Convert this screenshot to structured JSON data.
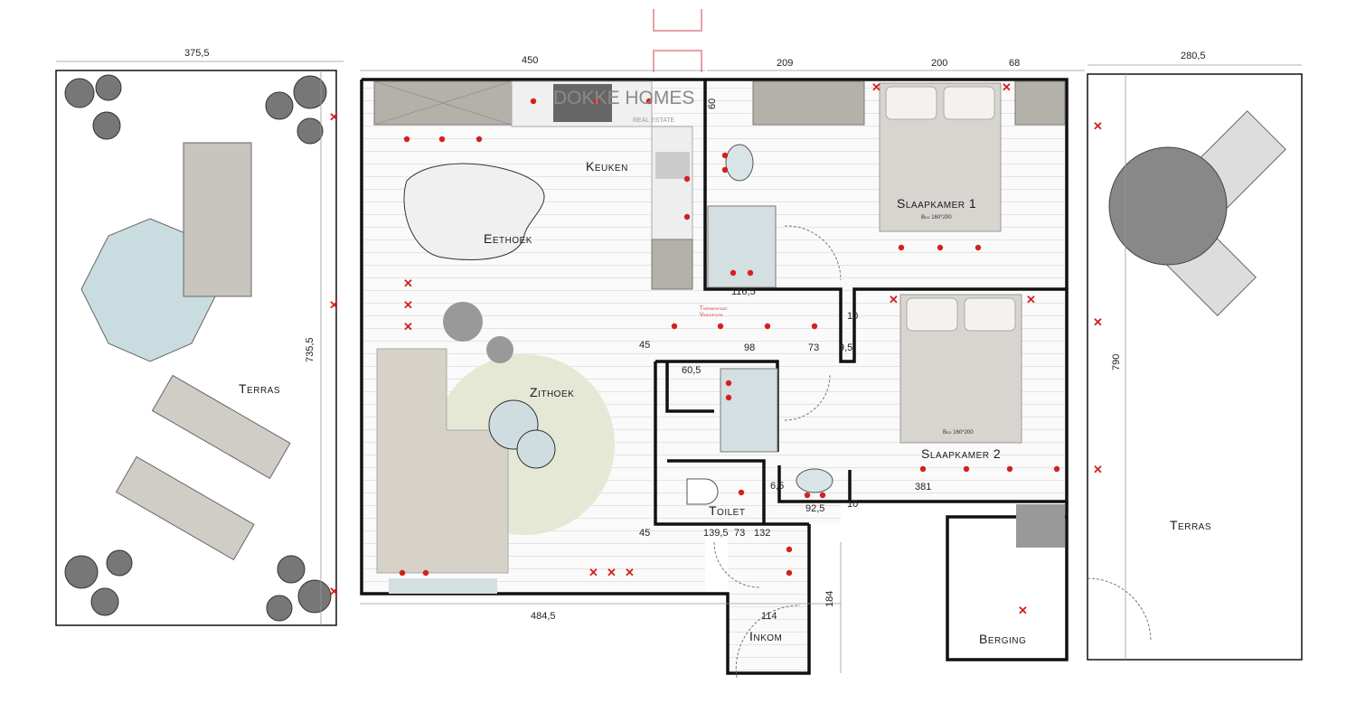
{
  "watermark": {
    "brand": "DOKKE HOMES",
    "tagline": "REAL ESTATE",
    "color": "#e8a0a8"
  },
  "rooms": {
    "keuken": "Keuken",
    "eethoek": "Eethoek",
    "zithoek": "Zithoek",
    "terras_left": "Terras",
    "slaapkamer1": "Slaapkamer 1",
    "slaapkamer2": "Slaapkamer 2",
    "toilet": "Toilet",
    "inkom": "Inkom",
    "berging": "Berging",
    "terras_right": "Terras"
  },
  "notes": {
    "bed1": "Bed 160*200",
    "bed2": "Bed 160*200",
    "thermostaat": "Thermostaat",
    "videofoon": "Videofoon"
  },
  "dimensions": {
    "terras_left_width": "375,5",
    "terras_left_height": "735,5",
    "living_width": "450",
    "bath_width": "209",
    "bed1_width": "200",
    "bed1_wardrobe": "68",
    "terras_right_width": "280,5",
    "terras_right_height": "790",
    "bath_top": "60",
    "bath_bottom": "116,5",
    "wall_10a": "10",
    "hall_45_top": "45",
    "hall_98": "98",
    "hall_73": "73",
    "hall_9_5": "9,5",
    "wc_60_5": "60,5",
    "wc_6_5": "6,5",
    "sink_92_5": "92,5",
    "wall_10b": "10",
    "bed2_381": "381",
    "hall_45_bottom": "45",
    "toilet_139_5": "139,5",
    "toilet_73": "73",
    "toilet_132": "132",
    "living_bottom": "484,5",
    "inkom_width": "114",
    "inkom_depth": "184"
  },
  "colors": {
    "electric_points": "#d32020",
    "walls": "#111111",
    "rug": "#e6e8d6",
    "umbrella": "#c9dde0"
  }
}
